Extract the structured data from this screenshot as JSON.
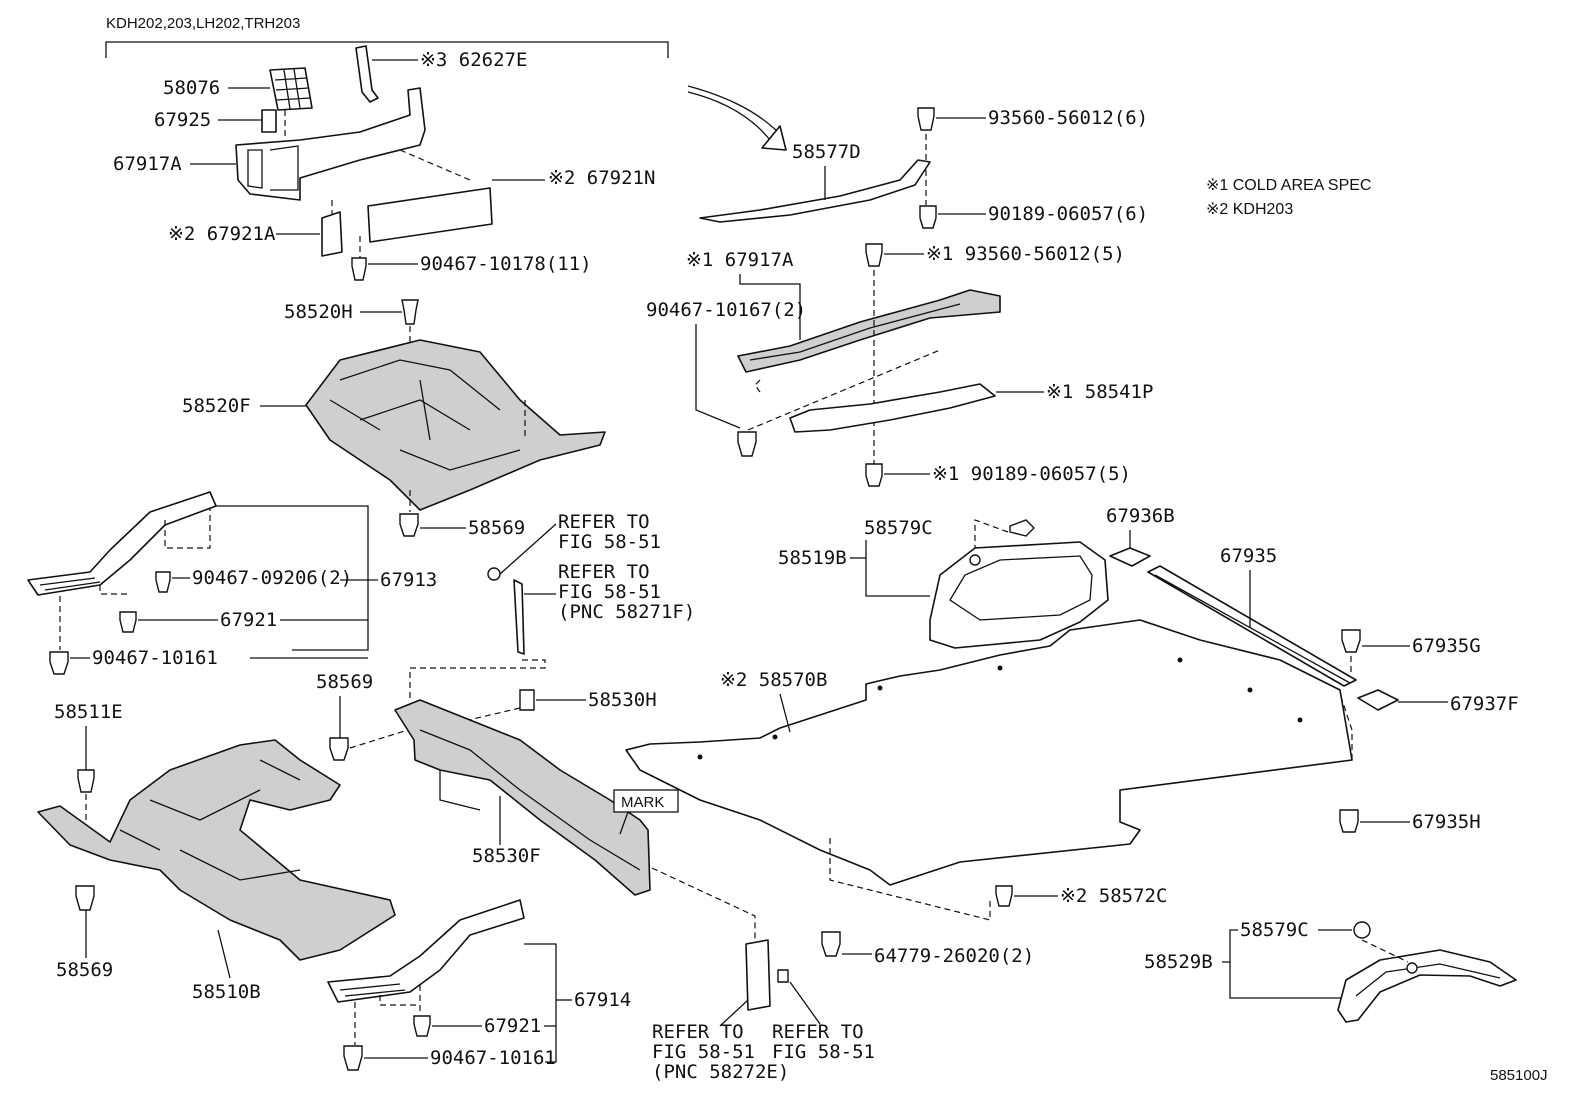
{
  "header": {
    "models": "KDH202,203,LH202,TRH203"
  },
  "notes": {
    "note1": "※1  COLD AREA SPEC",
    "note2": "※2  KDH203"
  },
  "diagram_id": "585100J",
  "mark_label": "MARK",
  "labels": {
    "p58076": "58076",
    "p62627E": "※3 62627E",
    "p67925": "67925",
    "p67917A": "67917A",
    "p67921N": "※2 67921N",
    "p67921A": "※2 67921A",
    "p90467_10178": "90467-10178(11)",
    "p58520H": "58520H",
    "p58520F": "58520F",
    "p58569_a": "58569",
    "p67913": "67913",
    "p90467_09206": "90467-09206(2)",
    "p67921_a": "67921",
    "p90467_10161_a": "90467-10161",
    "p58569_b": "58569",
    "p58511E": "58511E",
    "p58569_c": "58569",
    "p58510B": "58510B",
    "p58530H": "58530H",
    "p58530F": "58530F",
    "p67914": "67914",
    "p67921_b": "67921",
    "p90467_10161_b": "90467-10161",
    "p58577D": "58577D",
    "p93560_56012_6": "93560-56012(6)",
    "p90189_06057_6": "90189-06057(6)",
    "p67917A_1": "※1 67917A",
    "p93560_56012_5": "※1 93560-56012(5)",
    "p90467_10167": "90467-10167(2)",
    "p58541P": "※1 58541P",
    "p90189_06057_5": "※1 90189-06057(5)",
    "p58579C_a": "58579C",
    "p58519B": "58519B",
    "p67936B": "67936B",
    "p67935": "67935",
    "p67935G": "67935G",
    "p67937F": "67937F",
    "p58570B": "※2 58570B",
    "p67935H": "67935H",
    "p58572C": "※2 58572C",
    "p64779_26020": "64779-26020(2)",
    "p58579C_b": "58579C",
    "p58529B": "58529B"
  },
  "refs": {
    "ref1_line1": "REFER TO",
    "ref1_line2": "FIG 58-51",
    "ref2_line1": "REFER TO",
    "ref2_line2": "FIG 58-51",
    "ref2_line3": "(PNC 58271F)",
    "ref3_line1": "REFER TO",
    "ref3_line2": "FIG 58-51",
    "ref3_line3": "(PNC 58272E)",
    "ref4_line1": "REFER TO",
    "ref4_line2": "FIG 58-51"
  }
}
